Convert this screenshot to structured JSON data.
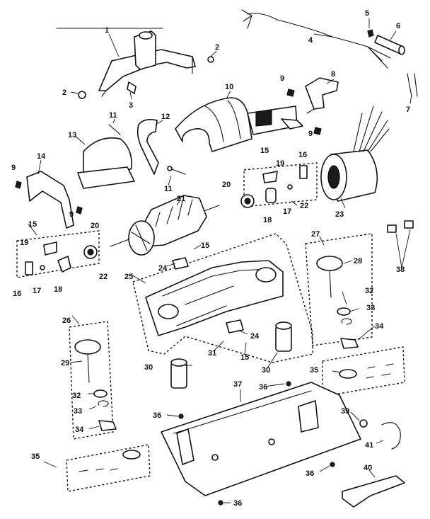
{
  "callouts": {
    "c1": "1",
    "c2a": "2",
    "c2b": "2",
    "c3": "3",
    "c4": "4",
    "c5": "5",
    "c6": "6",
    "c7": "7",
    "c8": "8",
    "c9a": "9",
    "c9b": "9",
    "c9c": "9",
    "c9d": "9",
    "c10": "10",
    "c11a": "11",
    "c11b": "11",
    "c12": "12",
    "c13": "13",
    "c14": "14",
    "c15a": "15",
    "c15b": "15",
    "c15c": "15",
    "c15d": "15",
    "c16a": "16",
    "c16b": "16",
    "c17a": "17",
    "c17b": "17",
    "c18a": "18",
    "c18b": "18",
    "c19a": "19",
    "c19b": "19",
    "c20a": "20",
    "c20b": "20",
    "c21": "21",
    "c22a": "22",
    "c22b": "22",
    "c23": "23",
    "c24a": "24",
    "c24b": "24",
    "c25": "25",
    "c26": "26",
    "c27": "27",
    "c28": "28",
    "c29": "29",
    "c30a": "30",
    "c30b": "30",
    "c31": "31",
    "c32a": "32",
    "c32b": "32",
    "c33a": "33",
    "c33b": "33",
    "c34a": "34",
    "c34b": "34",
    "c35a": "35",
    "c35b": "35",
    "c36a": "36",
    "c36b": "36",
    "c36c": "36",
    "c36d": "36",
    "c37": "37",
    "c38": "38",
    "c39": "39",
    "c40": "40",
    "c41": "41"
  }
}
